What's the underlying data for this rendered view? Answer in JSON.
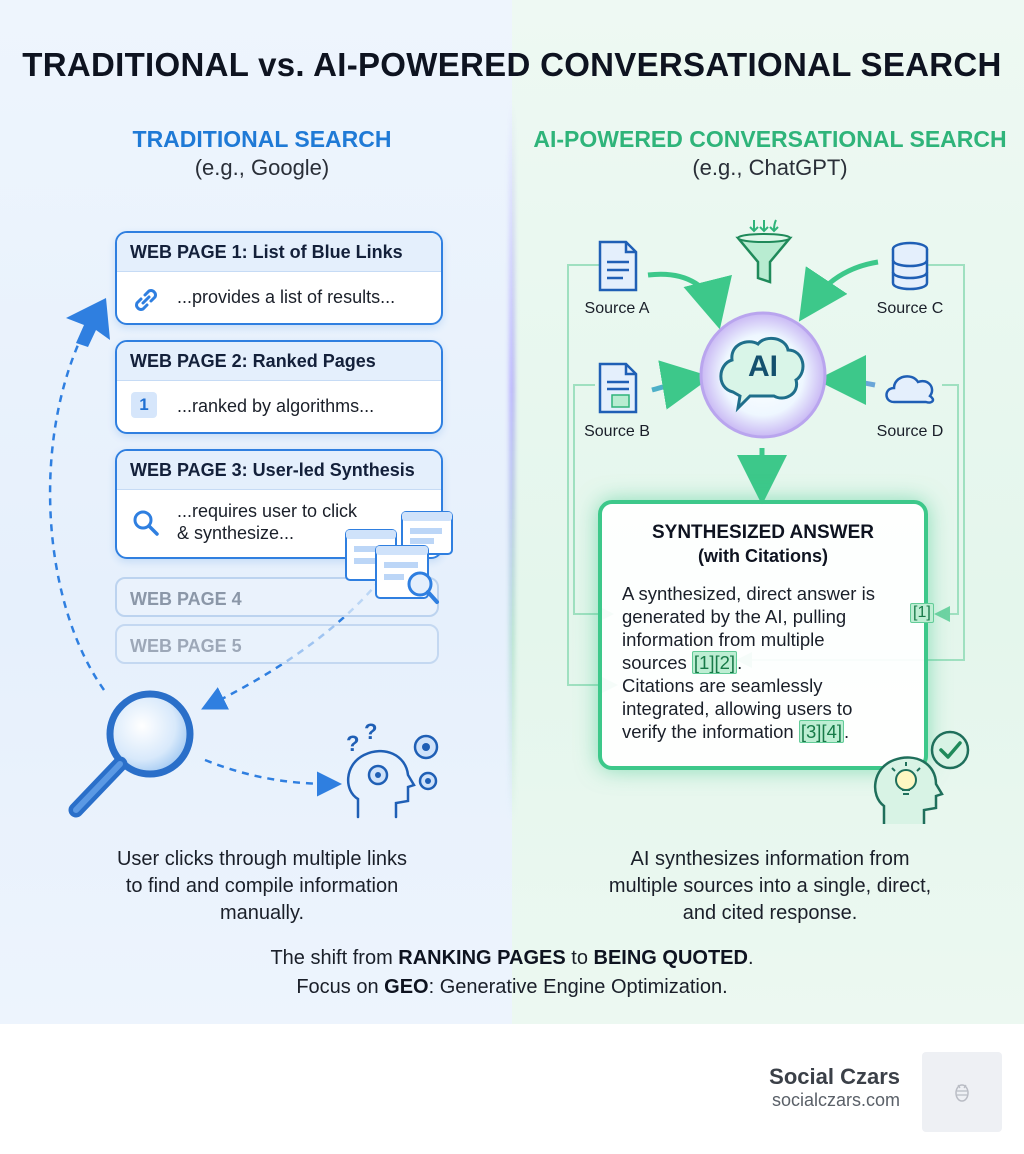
{
  "title": "TRADITIONAL vs. AI-POWERED CONVERSATIONAL SEARCH",
  "left": {
    "heading": "TRADITIONAL SEARCH",
    "subheading": "(e.g., Google)",
    "cards": [
      {
        "title": "WEB PAGE 1: List of Blue Links",
        "text": "...provides a list of results...",
        "icon": "link-icon"
      },
      {
        "title": "WEB PAGE 2: Ranked Pages",
        "text": "...ranked by algorithms...",
        "badge": "1"
      },
      {
        "title": "WEB PAGE 3: User-led Synthesis",
        "text_line1": "...requires user to click",
        "text_line2": "& synthesize...",
        "icon": "search-icon"
      }
    ],
    "faded_cards": [
      "WEB PAGE 4",
      "WEB PAGE 5"
    ],
    "caption_lines": [
      "User clicks through multiple links",
      "to find and compile information",
      "manually."
    ]
  },
  "right": {
    "heading": "AI-POWERED CONVERSATIONAL SEARCH",
    "subheading": "(e.g., ChatGPT)",
    "sources": [
      "Source A",
      "Source B",
      "Source C",
      "Source D"
    ],
    "ai_label": "AI",
    "answer": {
      "title": "SYNTHESIZED ANSWER",
      "subtitle": "(with Citations)",
      "line1": "A synthesized, direct answer is",
      "line2": "generated by the AI, pulling",
      "line3": "information from multiple",
      "line4a": "sources ",
      "cite12": "[1][2]",
      "line4b": ".",
      "line5": "Citations are seamlessly",
      "line6": "integrated, allowing users to",
      "line7a": "verify the information ",
      "cite34": "[3][4]",
      "line7b": ".",
      "side_cite": "[1]"
    },
    "caption_lines": [
      "AI synthesizes information from",
      "multiple sources into a single, direct,",
      "and cited response."
    ]
  },
  "shift": {
    "l1a": "The shift from ",
    "l1b": "RANKING PAGES",
    "l1c": " to ",
    "l1d": "BEING QUOTED",
    "l1e": ".",
    "l2a": "Focus on ",
    "l2b": "GEO",
    "l2c": ": Generative Engine Optimization."
  },
  "footer": {
    "brand": "Social Czars",
    "url": "socialczars.com"
  },
  "colors": {
    "traditional": "#1f7ad6",
    "ai": "#2fb47a",
    "citation_bg": "#bdeed3"
  }
}
